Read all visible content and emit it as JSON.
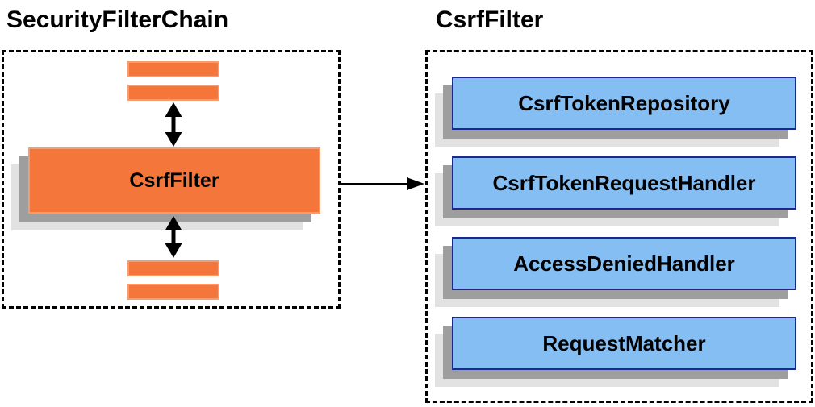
{
  "left_panel": {
    "title": "SecurityFilterChain",
    "filter_label": "CsrfFilter"
  },
  "right_panel": {
    "title": "CsrfFilter",
    "components": [
      "CsrfTokenRepository",
      "CsrfTokenRequestHandler",
      "AccessDeniedHandler",
      "RequestMatcher"
    ]
  },
  "colors": {
    "orange": "#f4763b",
    "orange-border": "#f59c73",
    "blue": "#85bef2",
    "blue-border": "#1c2793",
    "shadow-dark": "#9e9e9e",
    "shadow-light": "#e2e2e2",
    "arrow": "#000000"
  }
}
